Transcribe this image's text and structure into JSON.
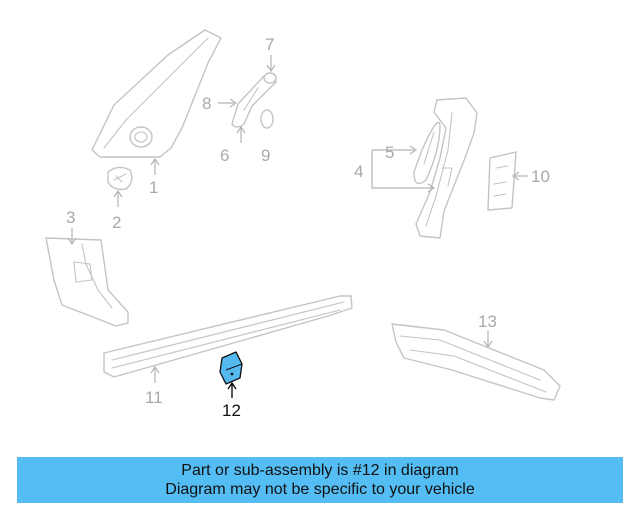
{
  "diagram": {
    "callouts": [
      "1",
      "2",
      "3",
      "4",
      "5",
      "6",
      "7",
      "8",
      "9",
      "10",
      "11",
      "12",
      "13"
    ],
    "highlighted_part": "12"
  },
  "banner": {
    "line1": "Part or sub-assembly is #12 in diagram",
    "line2": "Diagram may not be specific to your vehicle",
    "background": "#53bdf4"
  }
}
